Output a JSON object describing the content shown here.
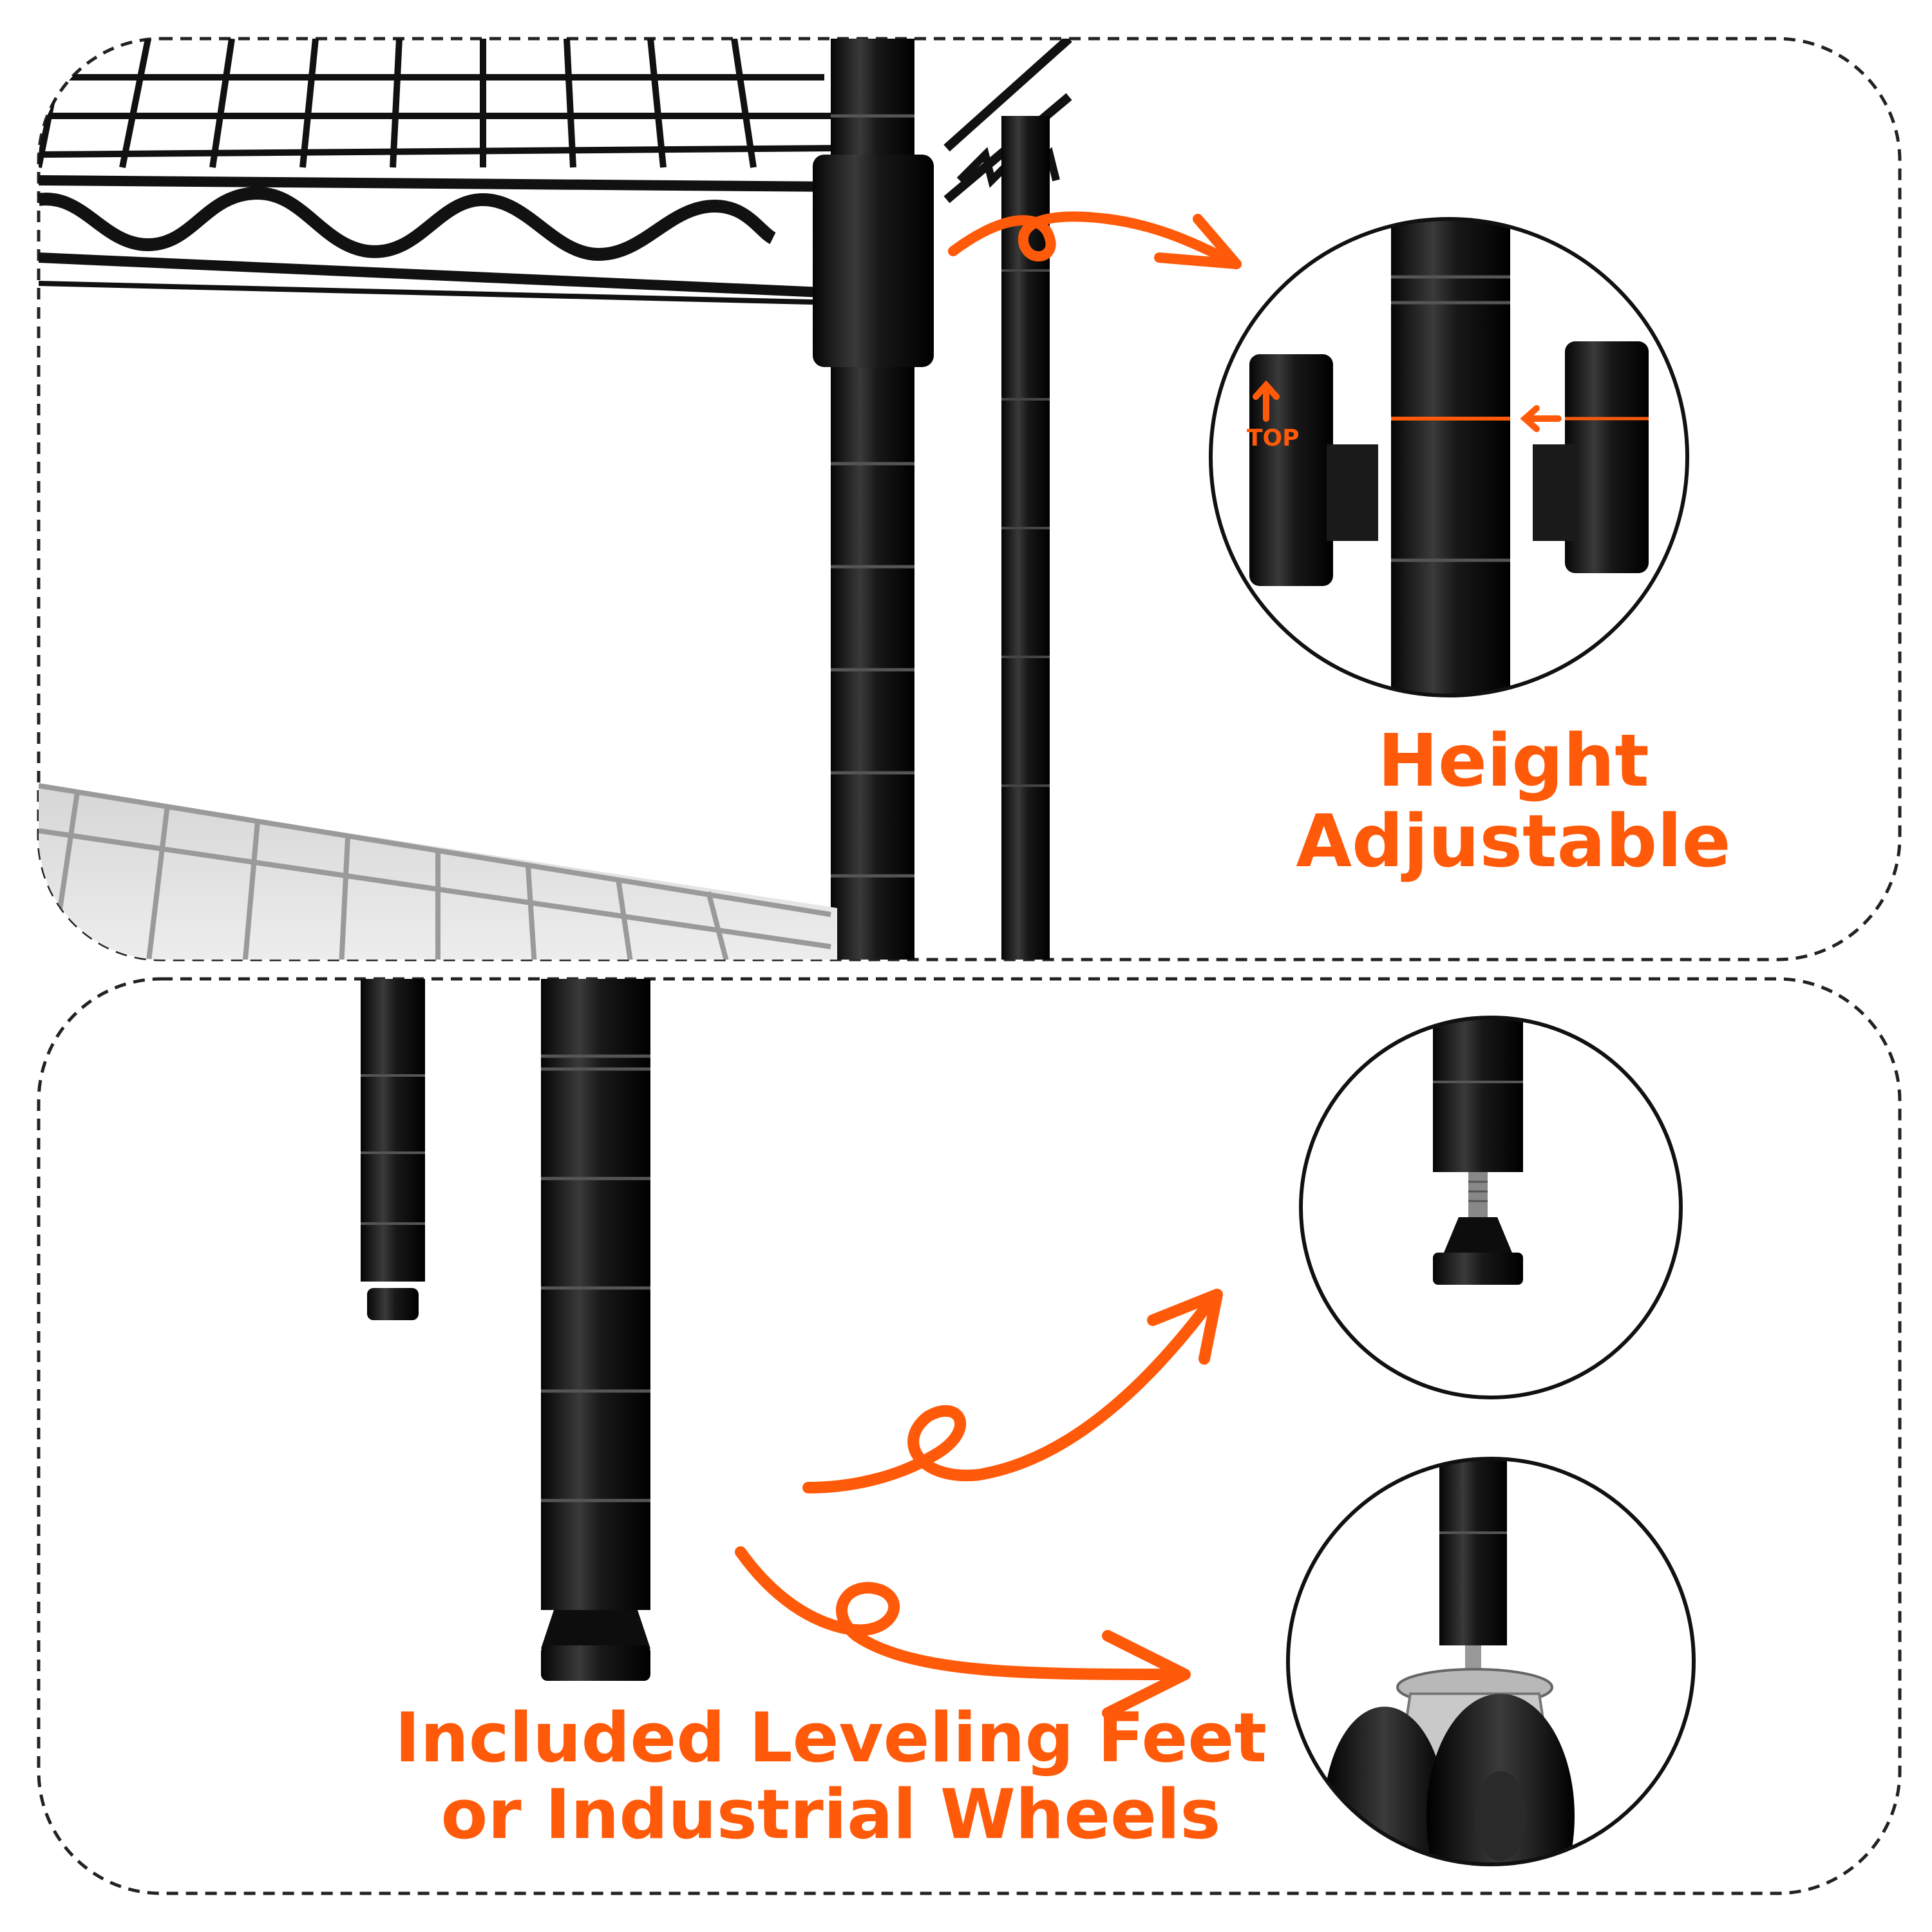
{
  "features": {
    "height": {
      "line1": "Height",
      "line2": "Adjustable",
      "tag": "TOP"
    },
    "feet": {
      "line1": "Included Leveling Feet",
      "line2": "or Industrial Wheels"
    }
  },
  "icons": {
    "arrow": "orange-loop-arrow-icon",
    "up": "up-arrow-icon"
  },
  "colors": {
    "accent": "#FF5A0A",
    "pole": "#111111",
    "border": "#222222",
    "background": "#ffffff"
  }
}
